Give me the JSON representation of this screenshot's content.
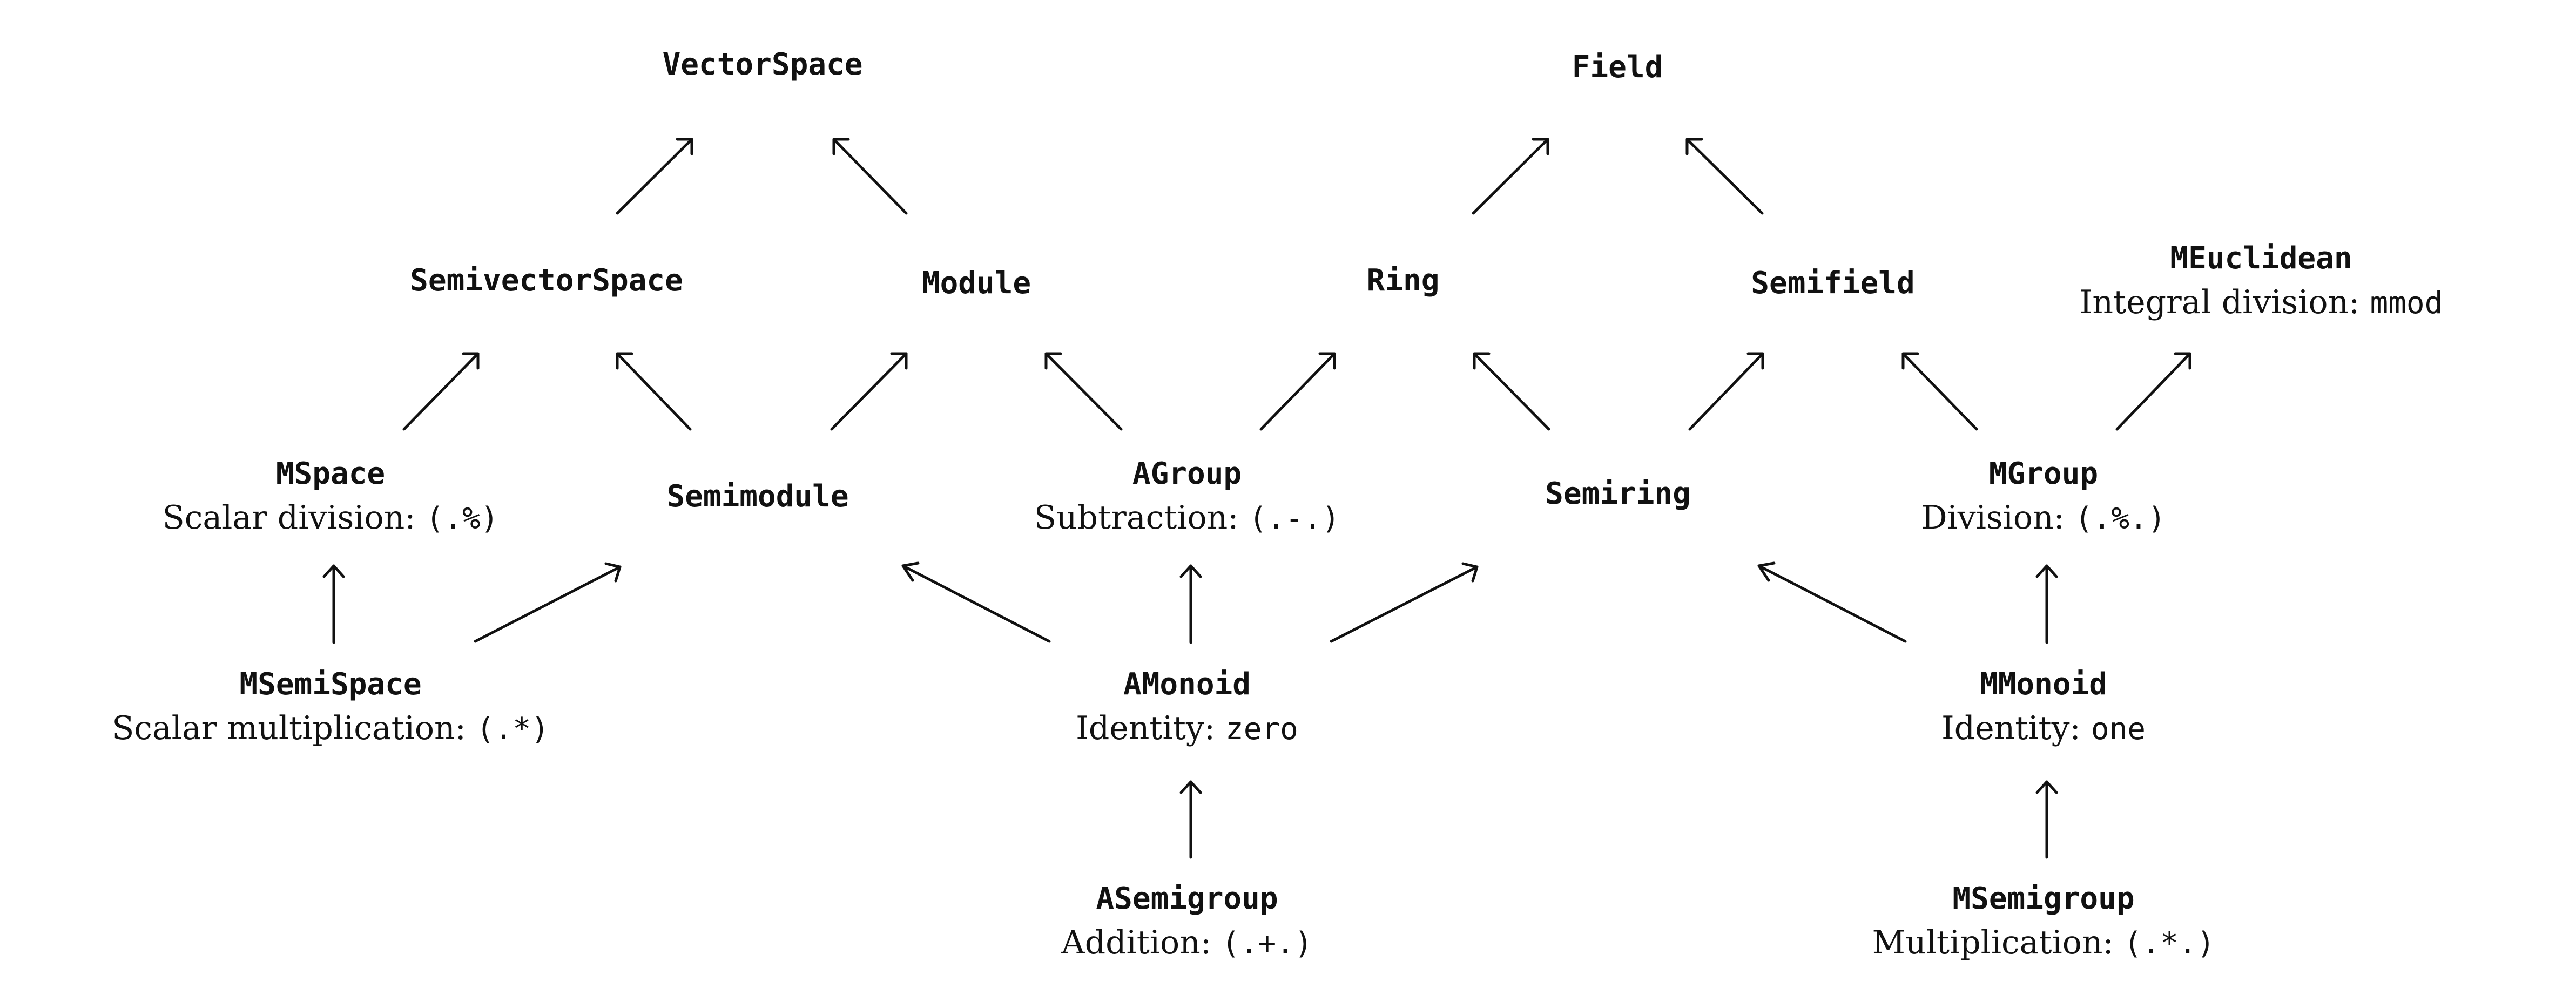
{
  "nodes": {
    "vectorspace": {
      "name": "VectorSpace"
    },
    "field": {
      "name": "Field"
    },
    "semivectorspace": {
      "name": "SemivectorSpace"
    },
    "module": {
      "name": "Module"
    },
    "ring": {
      "name": "Ring"
    },
    "semifield": {
      "name": "Semifield"
    },
    "meuclidean": {
      "name": "MEuclidean",
      "desc_text": "Integral division: ",
      "desc_code": "mmod"
    },
    "mspace": {
      "name": "MSpace",
      "desc_text": "Scalar division: ",
      "desc_code": "(.%)"
    },
    "semimodule": {
      "name": "Semimodule"
    },
    "agroup": {
      "name": "AGroup",
      "desc_text": "Subtraction: ",
      "desc_code": "(.-.)"
    },
    "semiring": {
      "name": "Semiring"
    },
    "mgroup": {
      "name": "MGroup",
      "desc_text": "Division: ",
      "desc_code": "(.%.)"
    },
    "msemispace": {
      "name": "MSemiSpace",
      "desc_text": "Scalar multiplication: ",
      "desc_code": "(.*)"
    },
    "amonoid": {
      "name": "AMonoid",
      "desc_text": "Identity: ",
      "desc_code": "zero"
    },
    "mmonoid": {
      "name": "MMonoid",
      "desc_text": "Identity: ",
      "desc_code": "one"
    },
    "asemigroup": {
      "name": "ASemigroup",
      "desc_text": "Addition: ",
      "desc_code": "(.+.)"
    },
    "msemigroup": {
      "name": "MSemigroup",
      "desc_text": "Multiplication: ",
      "desc_code": "(.*.)"
    }
  },
  "edges": [
    {
      "from": "semivectorspace",
      "to": "vectorspace"
    },
    {
      "from": "module",
      "to": "vectorspace"
    },
    {
      "from": "ring",
      "to": "field"
    },
    {
      "from": "semifield",
      "to": "field"
    },
    {
      "from": "mspace",
      "to": "semivectorspace"
    },
    {
      "from": "semimodule",
      "to": "semivectorspace"
    },
    {
      "from": "semimodule",
      "to": "module"
    },
    {
      "from": "agroup",
      "to": "module"
    },
    {
      "from": "agroup",
      "to": "ring"
    },
    {
      "from": "semiring",
      "to": "ring"
    },
    {
      "from": "semiring",
      "to": "semifield"
    },
    {
      "from": "mgroup",
      "to": "semifield"
    },
    {
      "from": "mgroup",
      "to": "meuclidean"
    },
    {
      "from": "msemispace",
      "to": "mspace"
    },
    {
      "from": "msemispace",
      "to": "semimodule"
    },
    {
      "from": "amonoid",
      "to": "semimodule"
    },
    {
      "from": "amonoid",
      "to": "agroup"
    },
    {
      "from": "amonoid",
      "to": "semiring"
    },
    {
      "from": "mmonoid",
      "to": "semiring"
    },
    {
      "from": "mmonoid",
      "to": "mgroup"
    },
    {
      "from": "asemigroup",
      "to": "amonoid"
    },
    {
      "from": "msemigroup",
      "to": "mmonoid"
    }
  ]
}
